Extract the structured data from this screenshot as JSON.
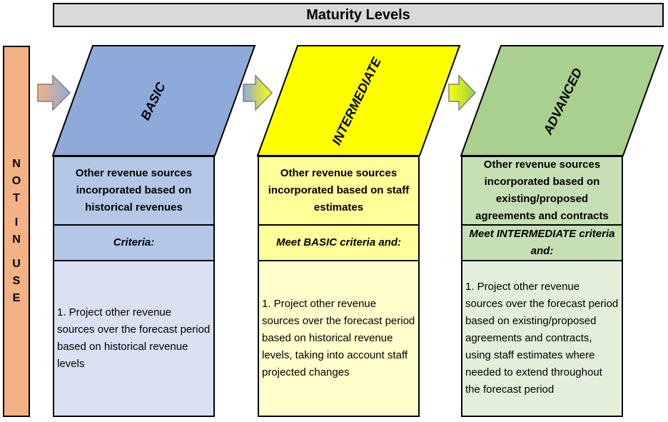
{
  "title": "Maturity Levels",
  "side_label": [
    "N",
    "O",
    "T",
    "",
    "I",
    "N",
    "",
    "U",
    "S",
    "E"
  ],
  "colors": {
    "basic": {
      "shape": "#8eaadb",
      "header": "#b4c7e7",
      "body": "#dae1f3"
    },
    "intermediate": {
      "shape": "#ffff00",
      "header": "#ffff99",
      "body": "#ffffcc"
    },
    "advanced": {
      "shape": "#a9d08e",
      "header": "#c5e0b4",
      "body": "#e2efda"
    },
    "not_in_use": "#f4b183"
  },
  "levels": [
    {
      "name": "BASIC",
      "description": "Other revenue sources incorporated based on historical revenues",
      "criteria": "Criteria:",
      "body": "1. Project other revenue sources over the forecast period based on historical revenue levels"
    },
    {
      "name": "INTERMEDIATE",
      "description": "Other revenue sources incorporated based on staff estimates",
      "criteria": "Meet BASIC criteria and:",
      "body": "1. Project other revenue sources over the forecast period based on historical revenue levels, taking into account staff projected changes"
    },
    {
      "name": "ADVANCED",
      "description": "Other revenue sources incorporated based on existing/proposed agreements and contracts",
      "criteria": "Meet INTERMEDIATE criteria and:",
      "body": "1. Project other revenue sources over the forecast period based on existing/proposed agreements and contracts, using staff estimates where needed to extend throughout the forecast period"
    }
  ]
}
